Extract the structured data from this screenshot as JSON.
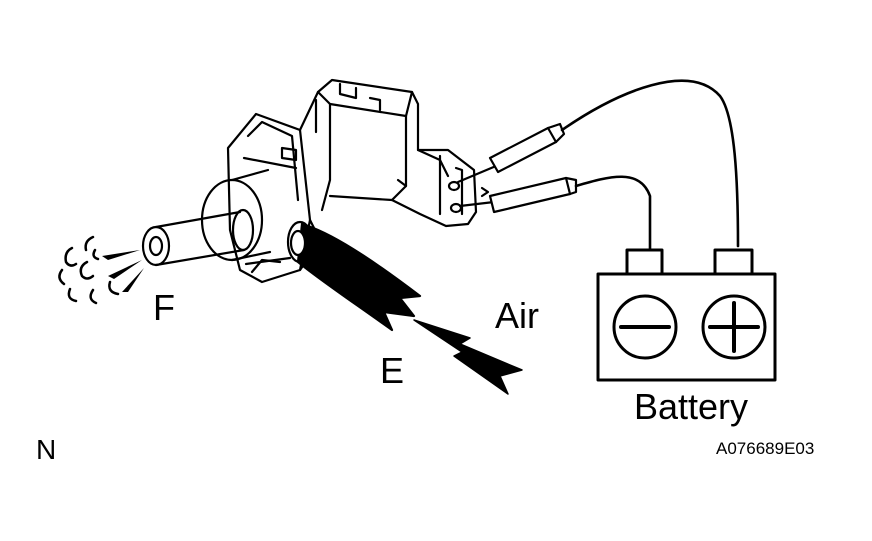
{
  "labels": {
    "port_f": "F",
    "port_e": "E",
    "air": "Air",
    "battery": "Battery",
    "corner_mark": "N",
    "figure_code": "A076689E03"
  },
  "icons": {
    "battery_negative": "minus-icon",
    "battery_positive": "plus-icon"
  },
  "colors": {
    "ink": "#000000",
    "paper": "#ffffff"
  }
}
